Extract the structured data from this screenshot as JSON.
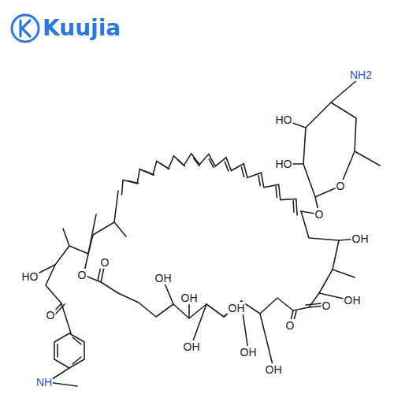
{
  "diagram": {
    "labels": [
      "Kuujia",
      "NH2",
      "HO",
      "HO",
      "O",
      "O",
      "OH",
      "OH",
      "O",
      "O",
      "OH",
      "OH",
      "OH",
      "OH",
      "OH",
      "OH",
      "O",
      "O",
      "HO",
      "O",
      "NH"
    ]
  }
}
